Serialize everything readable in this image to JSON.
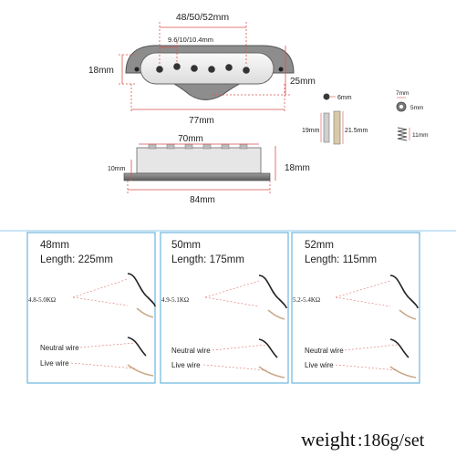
{
  "top_diagram": {
    "pole_spacing": "48/50/52mm",
    "pole_diameter": "9.6/10/10.4mm",
    "height": "18mm",
    "depth": "25mm",
    "length": "77mm"
  },
  "parts": {
    "screw_head": "6mm",
    "screw_length": "19mm",
    "sleeve_length": "21.5mm",
    "nut_width": "7mm",
    "nut_inner": "5mm",
    "spring_length": "11mm"
  },
  "side_diagram": {
    "top_width": "70mm",
    "base_height": "10mm",
    "total_height": "18mm",
    "base_width": "84mm"
  },
  "variants": [
    {
      "size": "48mm",
      "length": "Length: 225mm",
      "resistance": "4.8-5.0KΩ",
      "neutral": "Neutral wire",
      "live": "Live wire"
    },
    {
      "size": "50mm",
      "length": "Length: 175mm",
      "resistance": "4.9-5.1KΩ",
      "neutral": "Neutral wire",
      "live": "Live wire"
    },
    {
      "size": "52mm",
      "length": "Length: 115mm",
      "resistance": "5.2-5.4KΩ",
      "neutral": "Neutral wire",
      "live": "Live wire"
    }
  ],
  "weight": {
    "label": "weight",
    "value": ":186g/set"
  },
  "colors": {
    "dim_line": "#d9534f",
    "panel_border": "#6bb6e0",
    "pickup_cover": "#f2f2f2",
    "pickup_body": "#8a8a8a"
  }
}
